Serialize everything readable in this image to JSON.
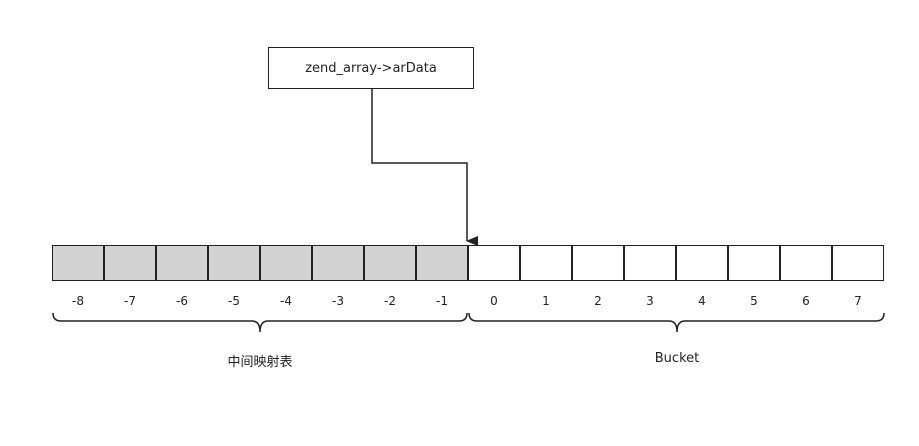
{
  "pointer_label": "zend_array->arData",
  "hash_indices": [
    "-8",
    "-7",
    "-6",
    "-5",
    "-4",
    "-3",
    "-2",
    "-1"
  ],
  "bucket_indices": [
    "0",
    "1",
    "2",
    "3",
    "4",
    "5",
    "6",
    "7"
  ],
  "hash_group_label": "中间映射表",
  "bucket_group_label": "Bucket",
  "colors": {
    "hash_fill": "#d3d3d3",
    "bucket_fill": "#ffffff",
    "stroke": "#222222"
  }
}
